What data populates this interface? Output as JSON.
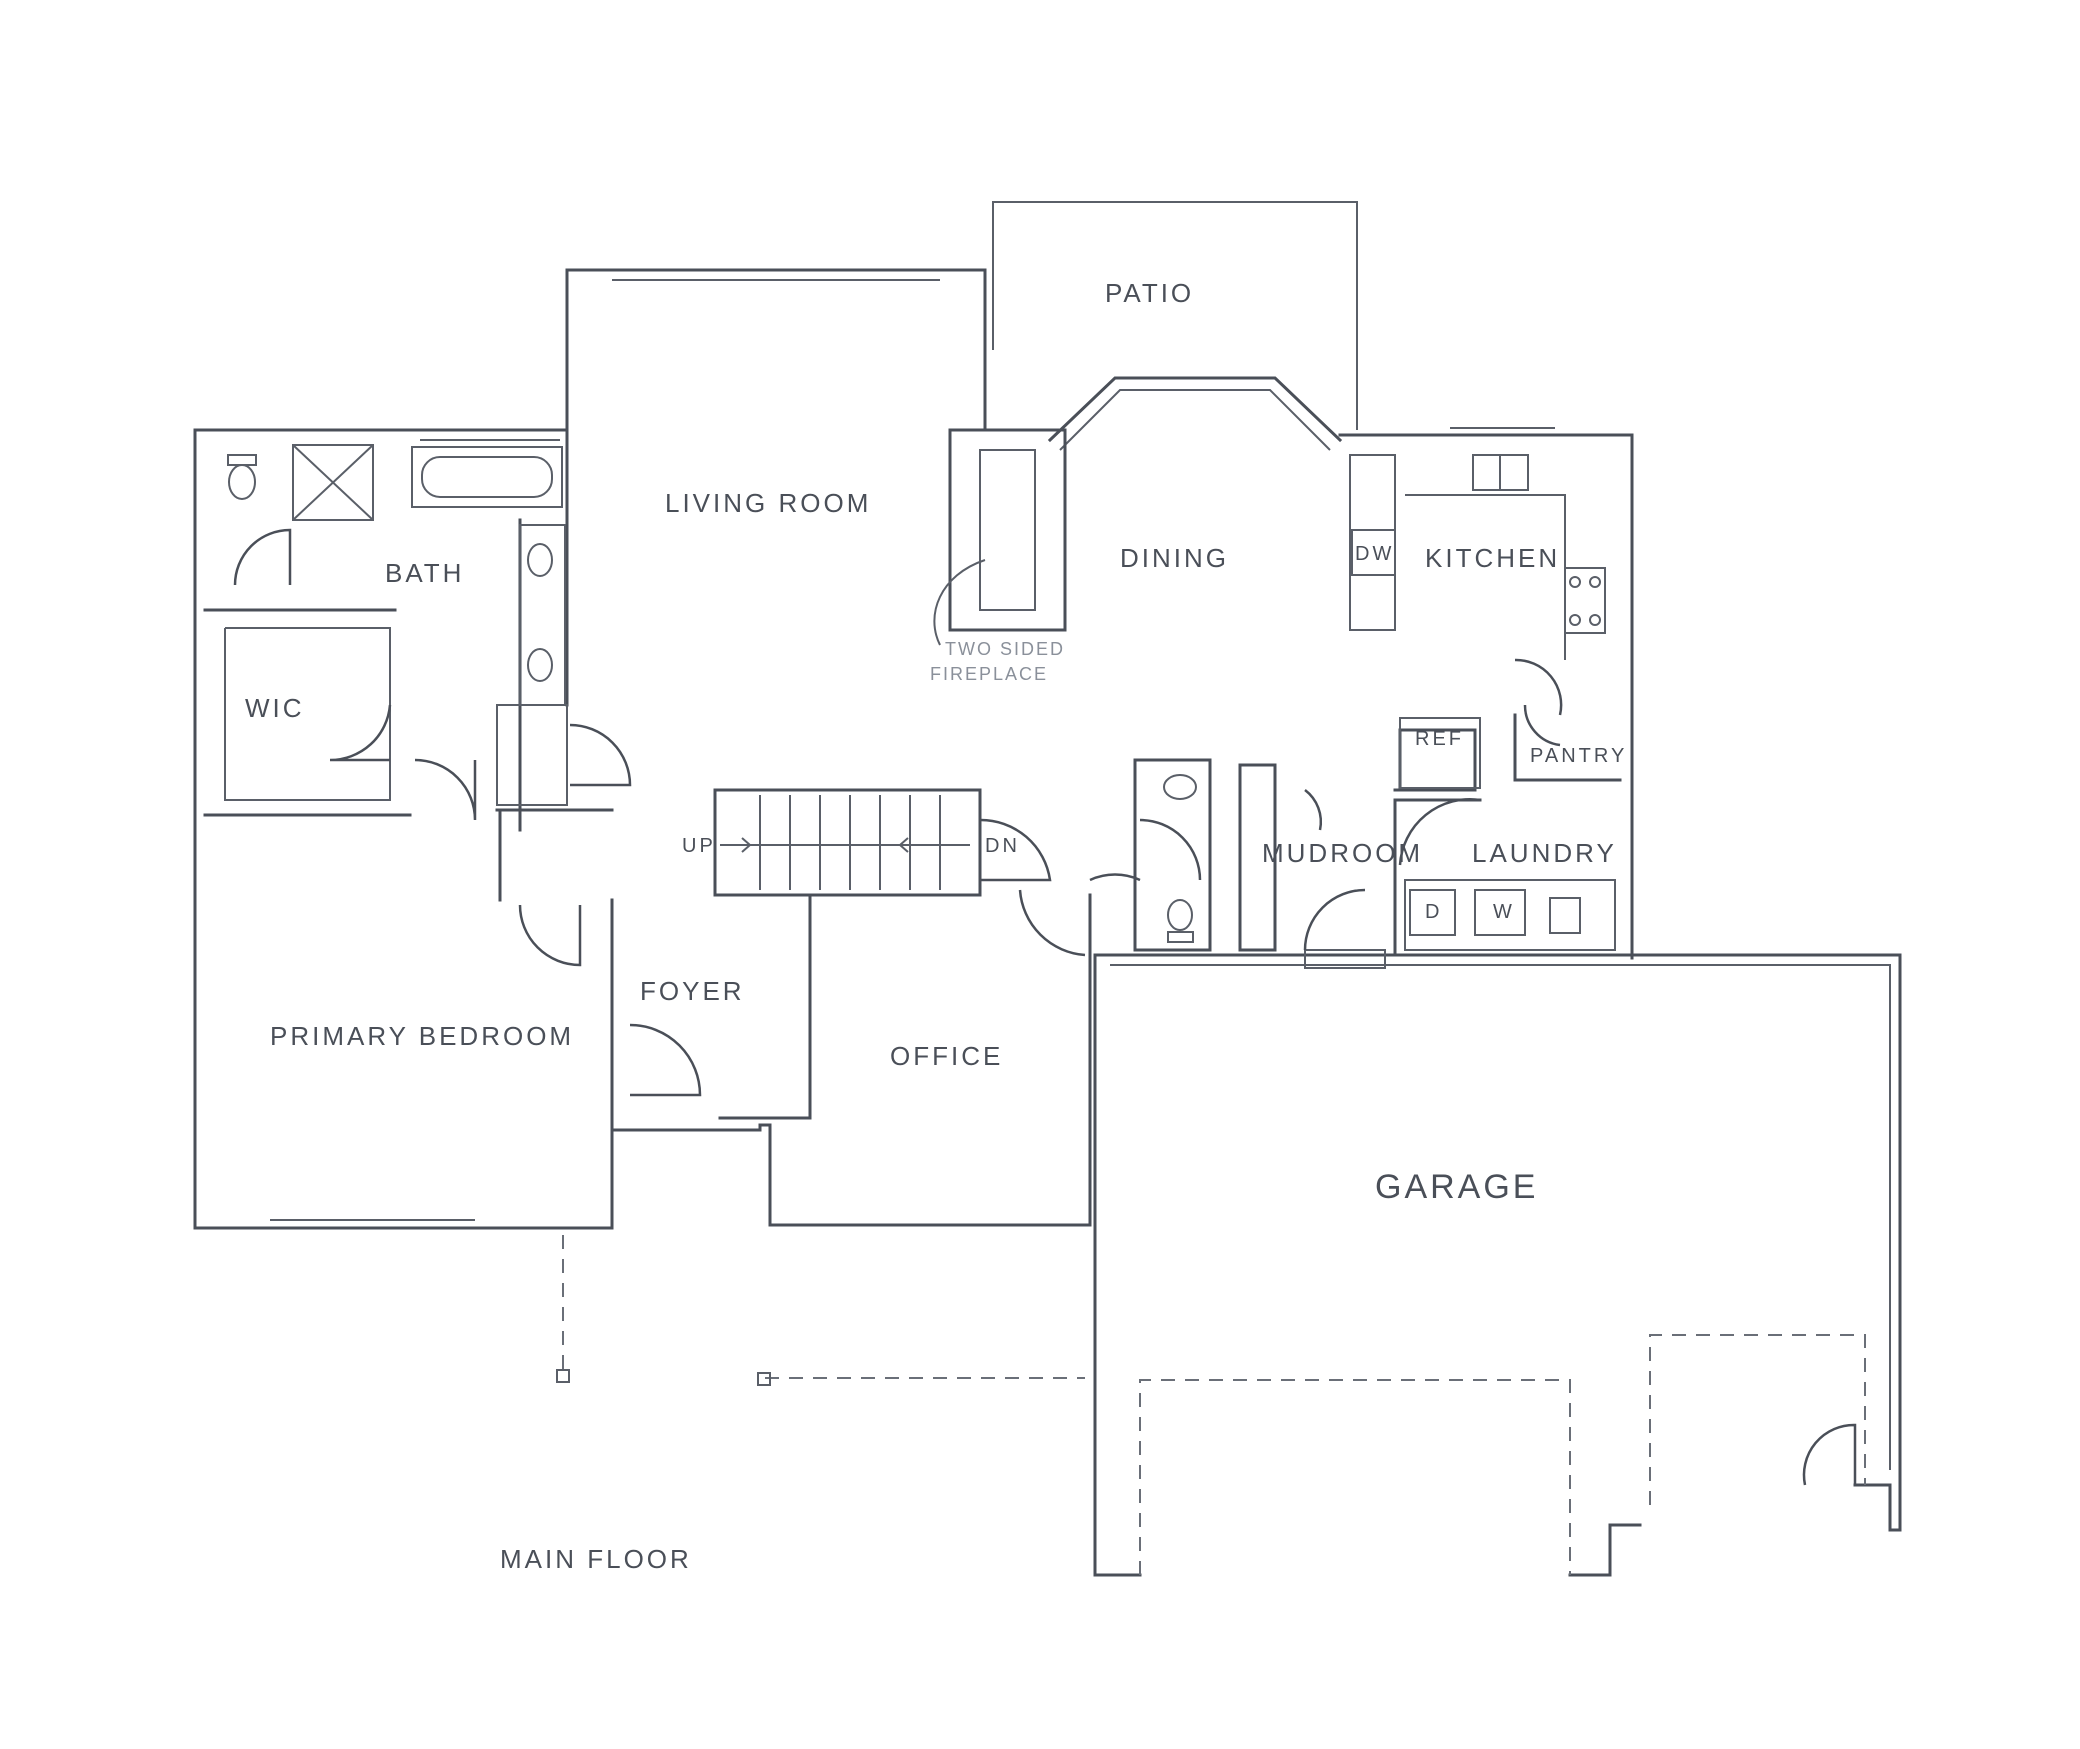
{
  "plan": {
    "rooms": {
      "patio": "PATIO",
      "living_room": "LIVING ROOM",
      "dining": "DINING",
      "kitchen": "KITCHEN",
      "bath": "BATH",
      "wic": "WIC",
      "primary_bedroom": "PRIMARY BEDROOM",
      "foyer": "FOYER",
      "office": "OFFICE",
      "mudroom": "MUDROOM",
      "laundry": "LAUNDRY",
      "pantry": "PANTRY",
      "garage": "GARAGE"
    },
    "fixtures": {
      "dishwasher": "DW",
      "refrigerator": "REF",
      "dryer": "D",
      "washer": "W"
    },
    "stairs": {
      "up": "UP",
      "down": "DN"
    },
    "notes": {
      "fireplace_line1": "TWO SIDED",
      "fireplace_line2": "FIREPLACE"
    },
    "floor_label": "MAIN FLOOR"
  }
}
